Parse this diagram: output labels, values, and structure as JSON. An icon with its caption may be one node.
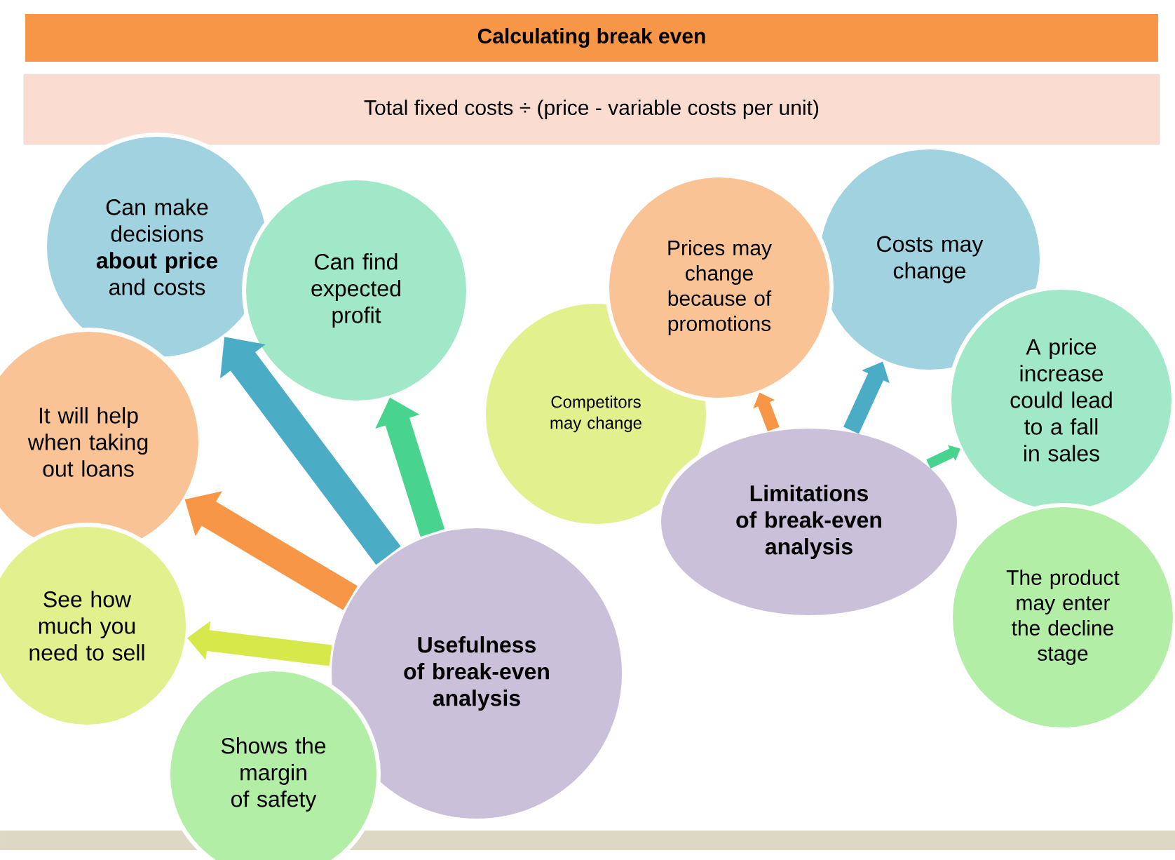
{
  "diagram": {
    "title": "Calculating break even",
    "nodes": [
      {
        "text": [
          "Can make decisions **about price** and costs"
        ]
      },
      {
        "text": [
          "Costs may change"
        ]
      },
      {
        "text": [
          "Prices may change because of promotions"
        ]
      },
      {
        "text": [
          "Can find expected profit"
        ]
      },
      {
        "text": [
          "A price increase could lead to a fall in sales"
        ]
      },
      {
        "text": [
          "It will help when taking out loans"
        ]
      },
      {
        "text": [
          "Competitors may change"
        ]
      },
      {
        "text": [
          "Limitations of break-even analysis"
        ]
      },
      {
        "text": [
          "The product may enter the decline stage"
        ]
      },
      {
        "text": [
          "See how much you need to sell"
        ]
      },
      {
        "text": [
          "Usefulness of break-even analysis"
        ]
      },
      {
        "text": [
          "Shows the margin of safety"
        ]
      }
    ],
    "edges": [
      {
        "from": 10,
        "to": 0,
        "arrow": "to",
        "color": "#4bacc6"
      },
      {
        "from": 10,
        "to": 3,
        "arrow": "to",
        "color": "#48d38e"
      },
      {
        "from": 10,
        "to": 5,
        "arrow": "to",
        "color": "#f79646"
      },
      {
        "from": 10,
        "to": 9,
        "arrow": "to",
        "color": "#d7e84a"
      },
      {
        "from": 7,
        "to": 2,
        "arrow": "to",
        "color": "#f79646"
      },
      {
        "from": 7,
        "to": 1,
        "arrow": "to",
        "color": "#4bacc6"
      },
      {
        "from": 7,
        "to": 4,
        "arrow": "to",
        "color": "#48d38e"
      }
    ],
    "labels": [
      "Total fixed costs ÷ (price - variable costs per unit)"
    ]
  }
}
